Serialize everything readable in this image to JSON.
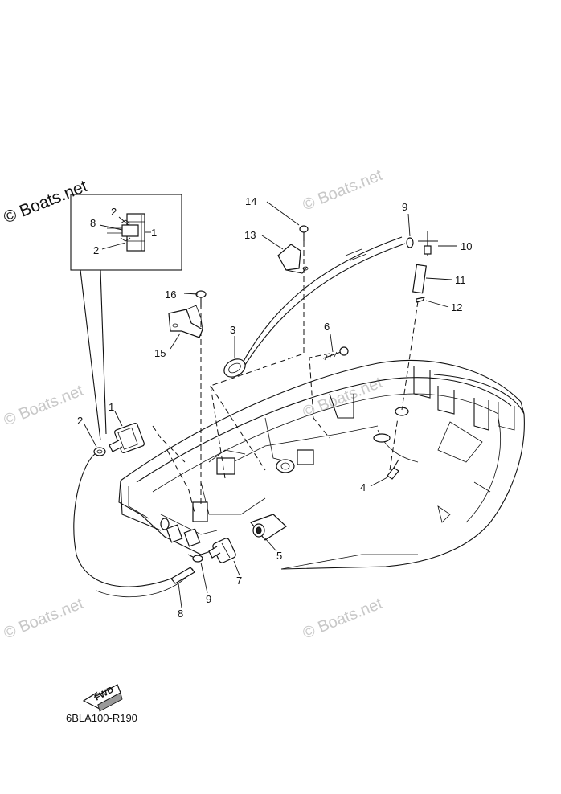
{
  "diagram_code": "6BLA100-R190",
  "watermark": {
    "main": "© Boats.net",
    "faint": "© Boats.net"
  },
  "fwd_label": "FWD",
  "callouts": {
    "c1": "1",
    "c2": "2",
    "c3": "3",
    "c4": "4",
    "c5": "5",
    "c6": "6",
    "c7": "7",
    "c8": "8",
    "c9": "9",
    "c10": "10",
    "c11": "11",
    "c12": "12",
    "c13": "13",
    "c14": "14",
    "c15": "15",
    "c16": "16",
    "detail_1": "1",
    "detail_2a": "2",
    "detail_2b": "2",
    "detail_8": "8",
    "c9_top": "9"
  }
}
